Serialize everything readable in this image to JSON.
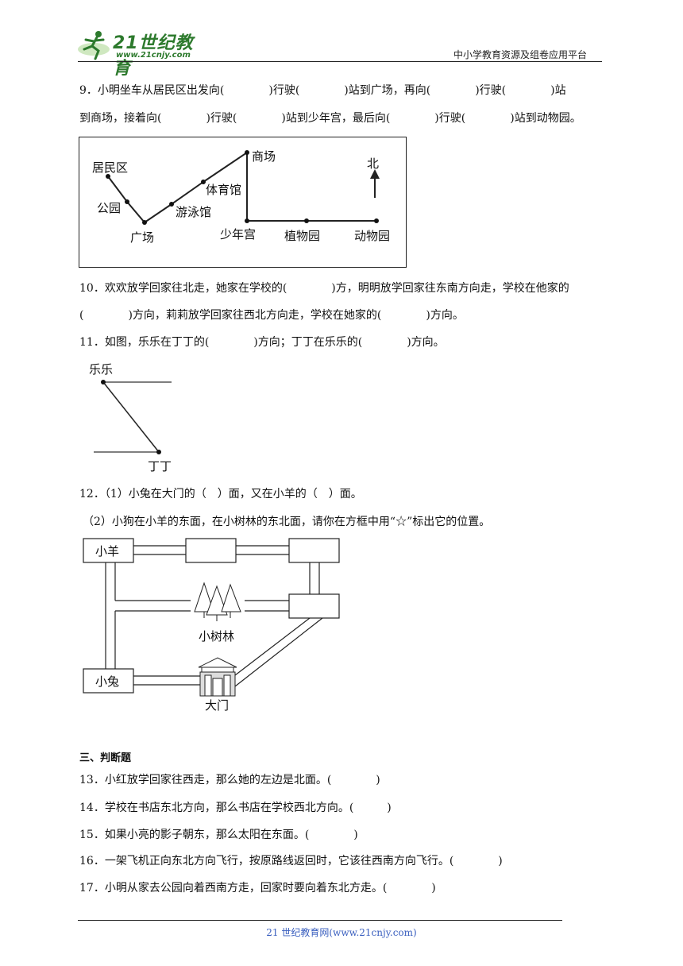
{
  "header": {
    "logo_text": "21世纪教育",
    "logo_url": "www.21cnjy.com",
    "platform": "中小学教育资源及组卷应用平台"
  },
  "questions": {
    "q9_line1": "9．小明坐车从居民区出发向(　　　　)行驶(　　　　)站到广场，再向(　　　　)行驶(　　　　)站",
    "q9_line2": "到商场，接着向(　　　　)行驶(　　　　)站到少年宫，最后向(　　　　)行驶(　　　　)站到动物园。",
    "q10_line1": "10．欢欢放学回家往北走，她家在学校的(　　　　)方，明明放学回家往东南方向走，学校在他家的",
    "q10_line2": "(　　　　)方向，莉莉放学回家往西北方向走，学校在她家的(　　　　)方向。",
    "q11": "11．如图，乐乐在丁丁的(　　　　)方向；丁丁在乐乐的(　　　　)方向。",
    "q12_1": "12．（1）小兔在大门的（　）面，又在小羊的（　）面。",
    "q12_2": "（2）小狗在小羊的东面，在小树林的东北面，请你在方框中用“☆”标出它的位置。"
  },
  "map9": {
    "residential": "居民区",
    "park": "公园",
    "square": "广场",
    "pool": "游泳馆",
    "gym": "体育馆",
    "mall": "商场",
    "youth_palace": "少年宫",
    "botanical": "植物园",
    "zoo": "动物园",
    "north": "北"
  },
  "fig11": {
    "lele": "乐乐",
    "dingding": "丁丁"
  },
  "map12": {
    "sheep": "小羊",
    "rabbit": "小兔",
    "grove": "小树林",
    "gate": "大门"
  },
  "section3": {
    "title": "三、判断题",
    "q13": "13．小红放学回家往西走，那么她的左边是北面。(　　　　)",
    "q14": "14．学校在书店东北方向，那么书店在学校西北方向。(　　　)",
    "q15": "15．如果小亮的影子朝东，那么太阳在东面。(　　　　)",
    "q16": "16．一架飞机正向东北方向飞行，按原路线返回时，它该往西南方向飞行。(　　　　)",
    "q17": "17．小明从家去公园向着西南方走，回家时要向着东北方走。(　　　　)"
  },
  "footer": {
    "text": "21 世纪教育网(www.21cnjy.com)"
  }
}
